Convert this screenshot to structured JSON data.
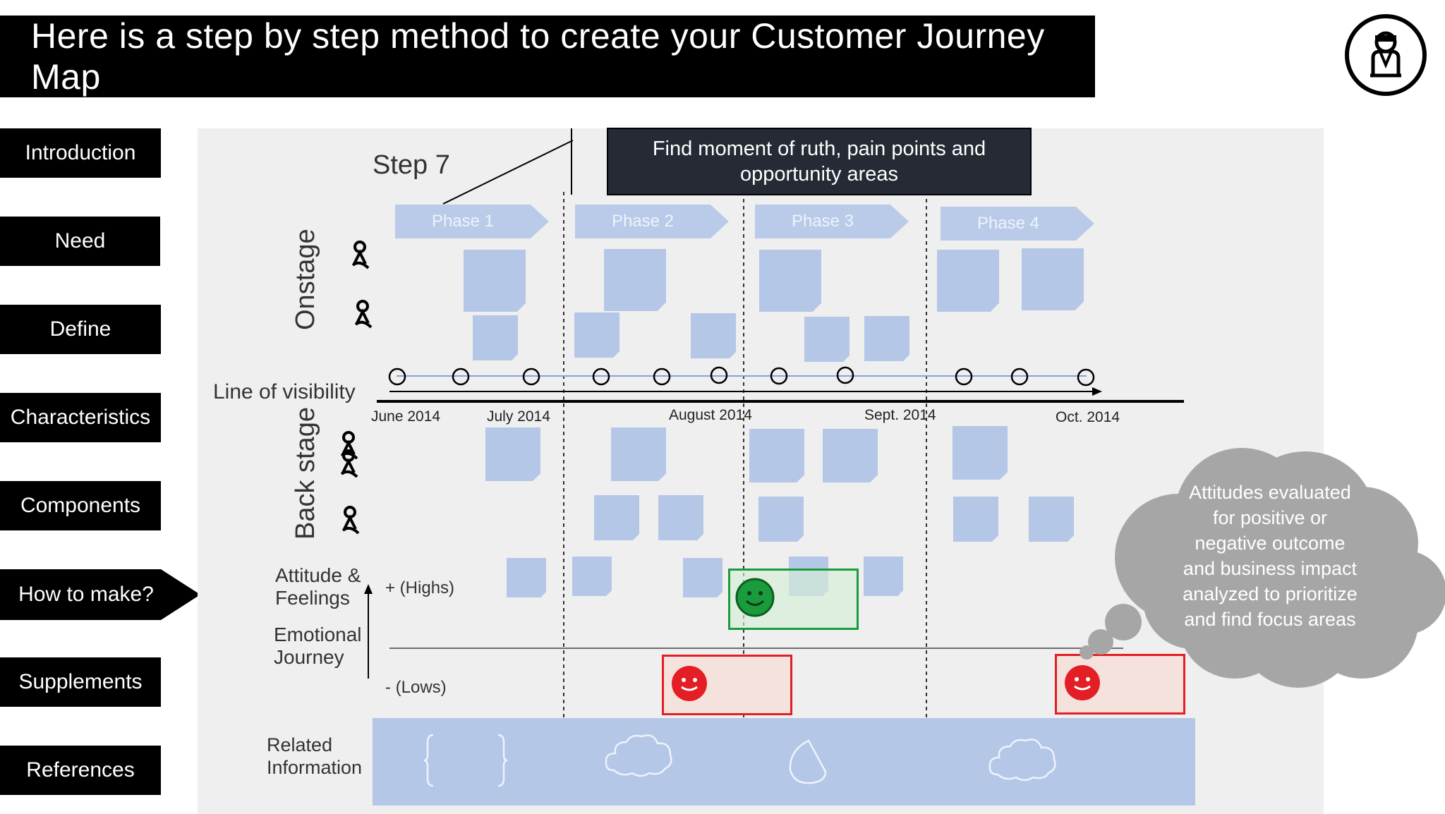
{
  "header": {
    "title": "Here is a step by step method to create your Customer Journey Map"
  },
  "icons": {
    "user": "user-profile-icon",
    "persona": "persona-icon",
    "smile": "smiley-face-icon",
    "frown": "sad-face-icon",
    "cloud": "cloud-icon",
    "brace": "brace-icon",
    "shape": "crescent-shape-icon"
  },
  "nav": {
    "items": [
      {
        "label": "Introduction"
      },
      {
        "label": "Need"
      },
      {
        "label": "Define"
      },
      {
        "label": "Characteristics"
      },
      {
        "label": "Components"
      },
      {
        "label": "How to make?"
      },
      {
        "label": "Supplements"
      },
      {
        "label": "References"
      }
    ],
    "active_index": 5
  },
  "map": {
    "step_label": "Step 7",
    "callout": "Find moment of ruth, pain points and opportunity areas",
    "phases": [
      "Phase 1",
      "Phase 2",
      "Phase 3",
      "Phase 4"
    ],
    "onstage_label": "Onstage",
    "backstage_label": "Back stage",
    "visibility_label": "Line of visibility",
    "months": [
      "June 2014",
      "July 2014",
      "August 2014",
      "Sept. 2014",
      "Oct. 2014"
    ],
    "attitude_label_1": "Attitude &",
    "attitude_label_2": "Feelings",
    "emotional_label_1": "Emotional",
    "emotional_label_2": "Journey",
    "highs_label": "+ (Highs)",
    "lows_label": "- (Lows)",
    "related_label_1": "Related",
    "related_label_2": "Information",
    "thought_lines": [
      "Attitudes evaluated",
      "for positive or",
      "negative outcome",
      "and business impact",
      "analyzed to prioritize",
      "and find focus areas"
    ]
  },
  "colors": {
    "note": "#b4c7e7",
    "phase": "#b9cbe9",
    "callout_bg": "#252a34",
    "positive": "#1a9b3c",
    "negative": "#e31e24",
    "thought_cloud": "#a6a6a6"
  }
}
